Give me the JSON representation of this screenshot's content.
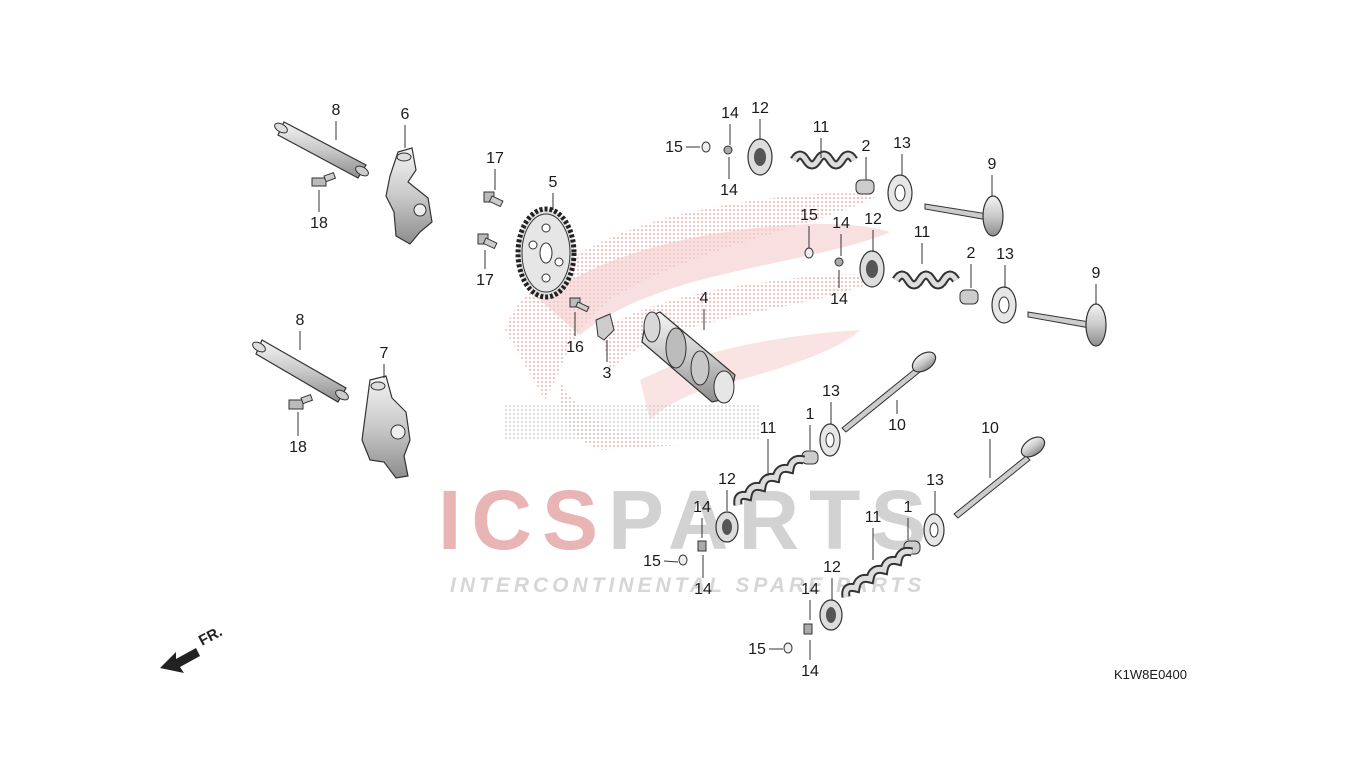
{
  "drawing_code": "K1W8E0400",
  "watermark": {
    "brand_part_a": "ICS",
    "brand_part_b": "PARTS",
    "tagline": "INTERCONTINENTAL SPARE PARTS",
    "colors": {
      "brand_a": "#e8b4b4",
      "brand_b": "#d2d2d2",
      "wing": "#efb3b3"
    }
  },
  "front_marker": {
    "label": "FR."
  },
  "callouts": [
    {
      "label": "8"
    },
    {
      "label": "6"
    },
    {
      "label": "18"
    },
    {
      "label": "17"
    },
    {
      "label": "17"
    },
    {
      "label": "5"
    },
    {
      "label": "16"
    },
    {
      "label": "3"
    },
    {
      "label": "4"
    },
    {
      "label": "8"
    },
    {
      "label": "7"
    },
    {
      "label": "18"
    },
    {
      "label": "14"
    },
    {
      "label": "12"
    },
    {
      "label": "15"
    },
    {
      "label": "14"
    },
    {
      "label": "11"
    },
    {
      "label": "2"
    },
    {
      "label": "13"
    },
    {
      "label": "9"
    },
    {
      "label": "15"
    },
    {
      "label": "14"
    },
    {
      "label": "12"
    },
    {
      "label": "14"
    },
    {
      "label": "11"
    },
    {
      "label": "2"
    },
    {
      "label": "13"
    },
    {
      "label": "9"
    },
    {
      "label": "13"
    },
    {
      "label": "1"
    },
    {
      "label": "10"
    },
    {
      "label": "11"
    },
    {
      "label": "12"
    },
    {
      "label": "14"
    },
    {
      "label": "15"
    },
    {
      "label": "14"
    },
    {
      "label": "10"
    },
    {
      "label": "13"
    },
    {
      "label": "1"
    },
    {
      "label": "11"
    },
    {
      "label": "12"
    },
    {
      "label": "14"
    },
    {
      "label": "15"
    },
    {
      "label": "14"
    }
  ]
}
